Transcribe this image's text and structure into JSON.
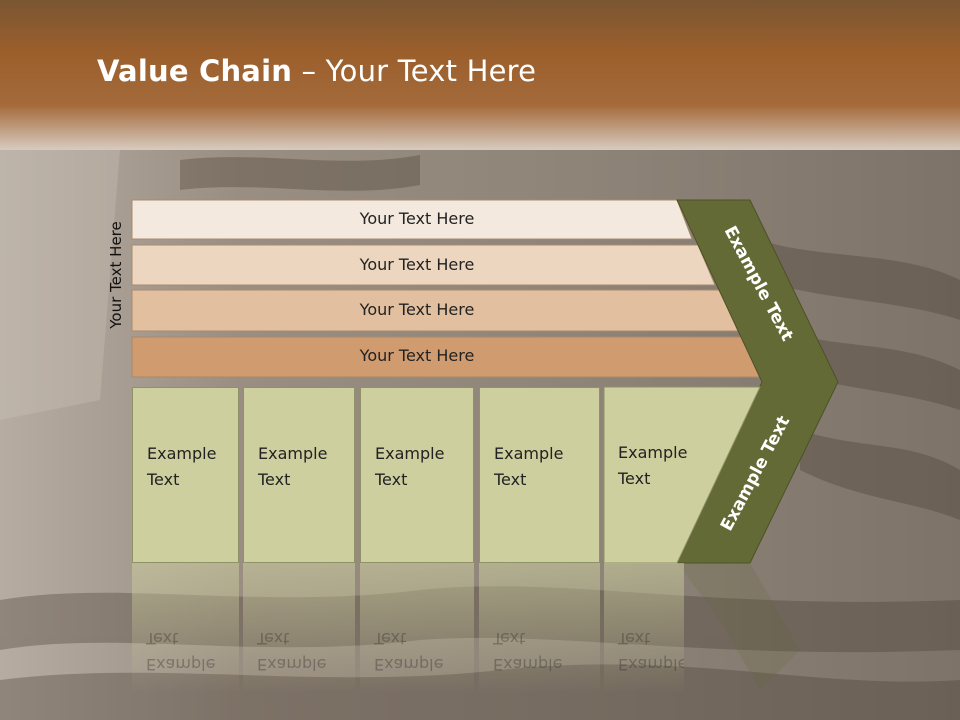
{
  "slide": {
    "title_bold": "Value Chain",
    "title_rest": " – Your Text Here",
    "vertical_label": "Your Text Here",
    "bars": [
      {
        "label": "Your Text Here"
      },
      {
        "label": "Your Text Here"
      },
      {
        "label": "Your Text Here"
      },
      {
        "label": "Your Text Here"
      }
    ],
    "boxes": [
      {
        "line1": "Example",
        "line2": "Text"
      },
      {
        "line1": "Example",
        "line2": "Text"
      },
      {
        "line1": "Example",
        "line2": "Text"
      },
      {
        "line1": "Example",
        "line2": "Text"
      },
      {
        "line1": "Example",
        "line2": "Text"
      }
    ],
    "chevron_top_label": "Example Text",
    "chevron_bottom_label": "Example Text",
    "colors": {
      "header": "#9b5f2c",
      "chevron": "#646a35",
      "box": "#cdcf9f",
      "bar1": "#f3e9df",
      "bar2": "#ecd6c0",
      "bar3": "#e2c09f",
      "bar4": "#d09b6e"
    }
  }
}
